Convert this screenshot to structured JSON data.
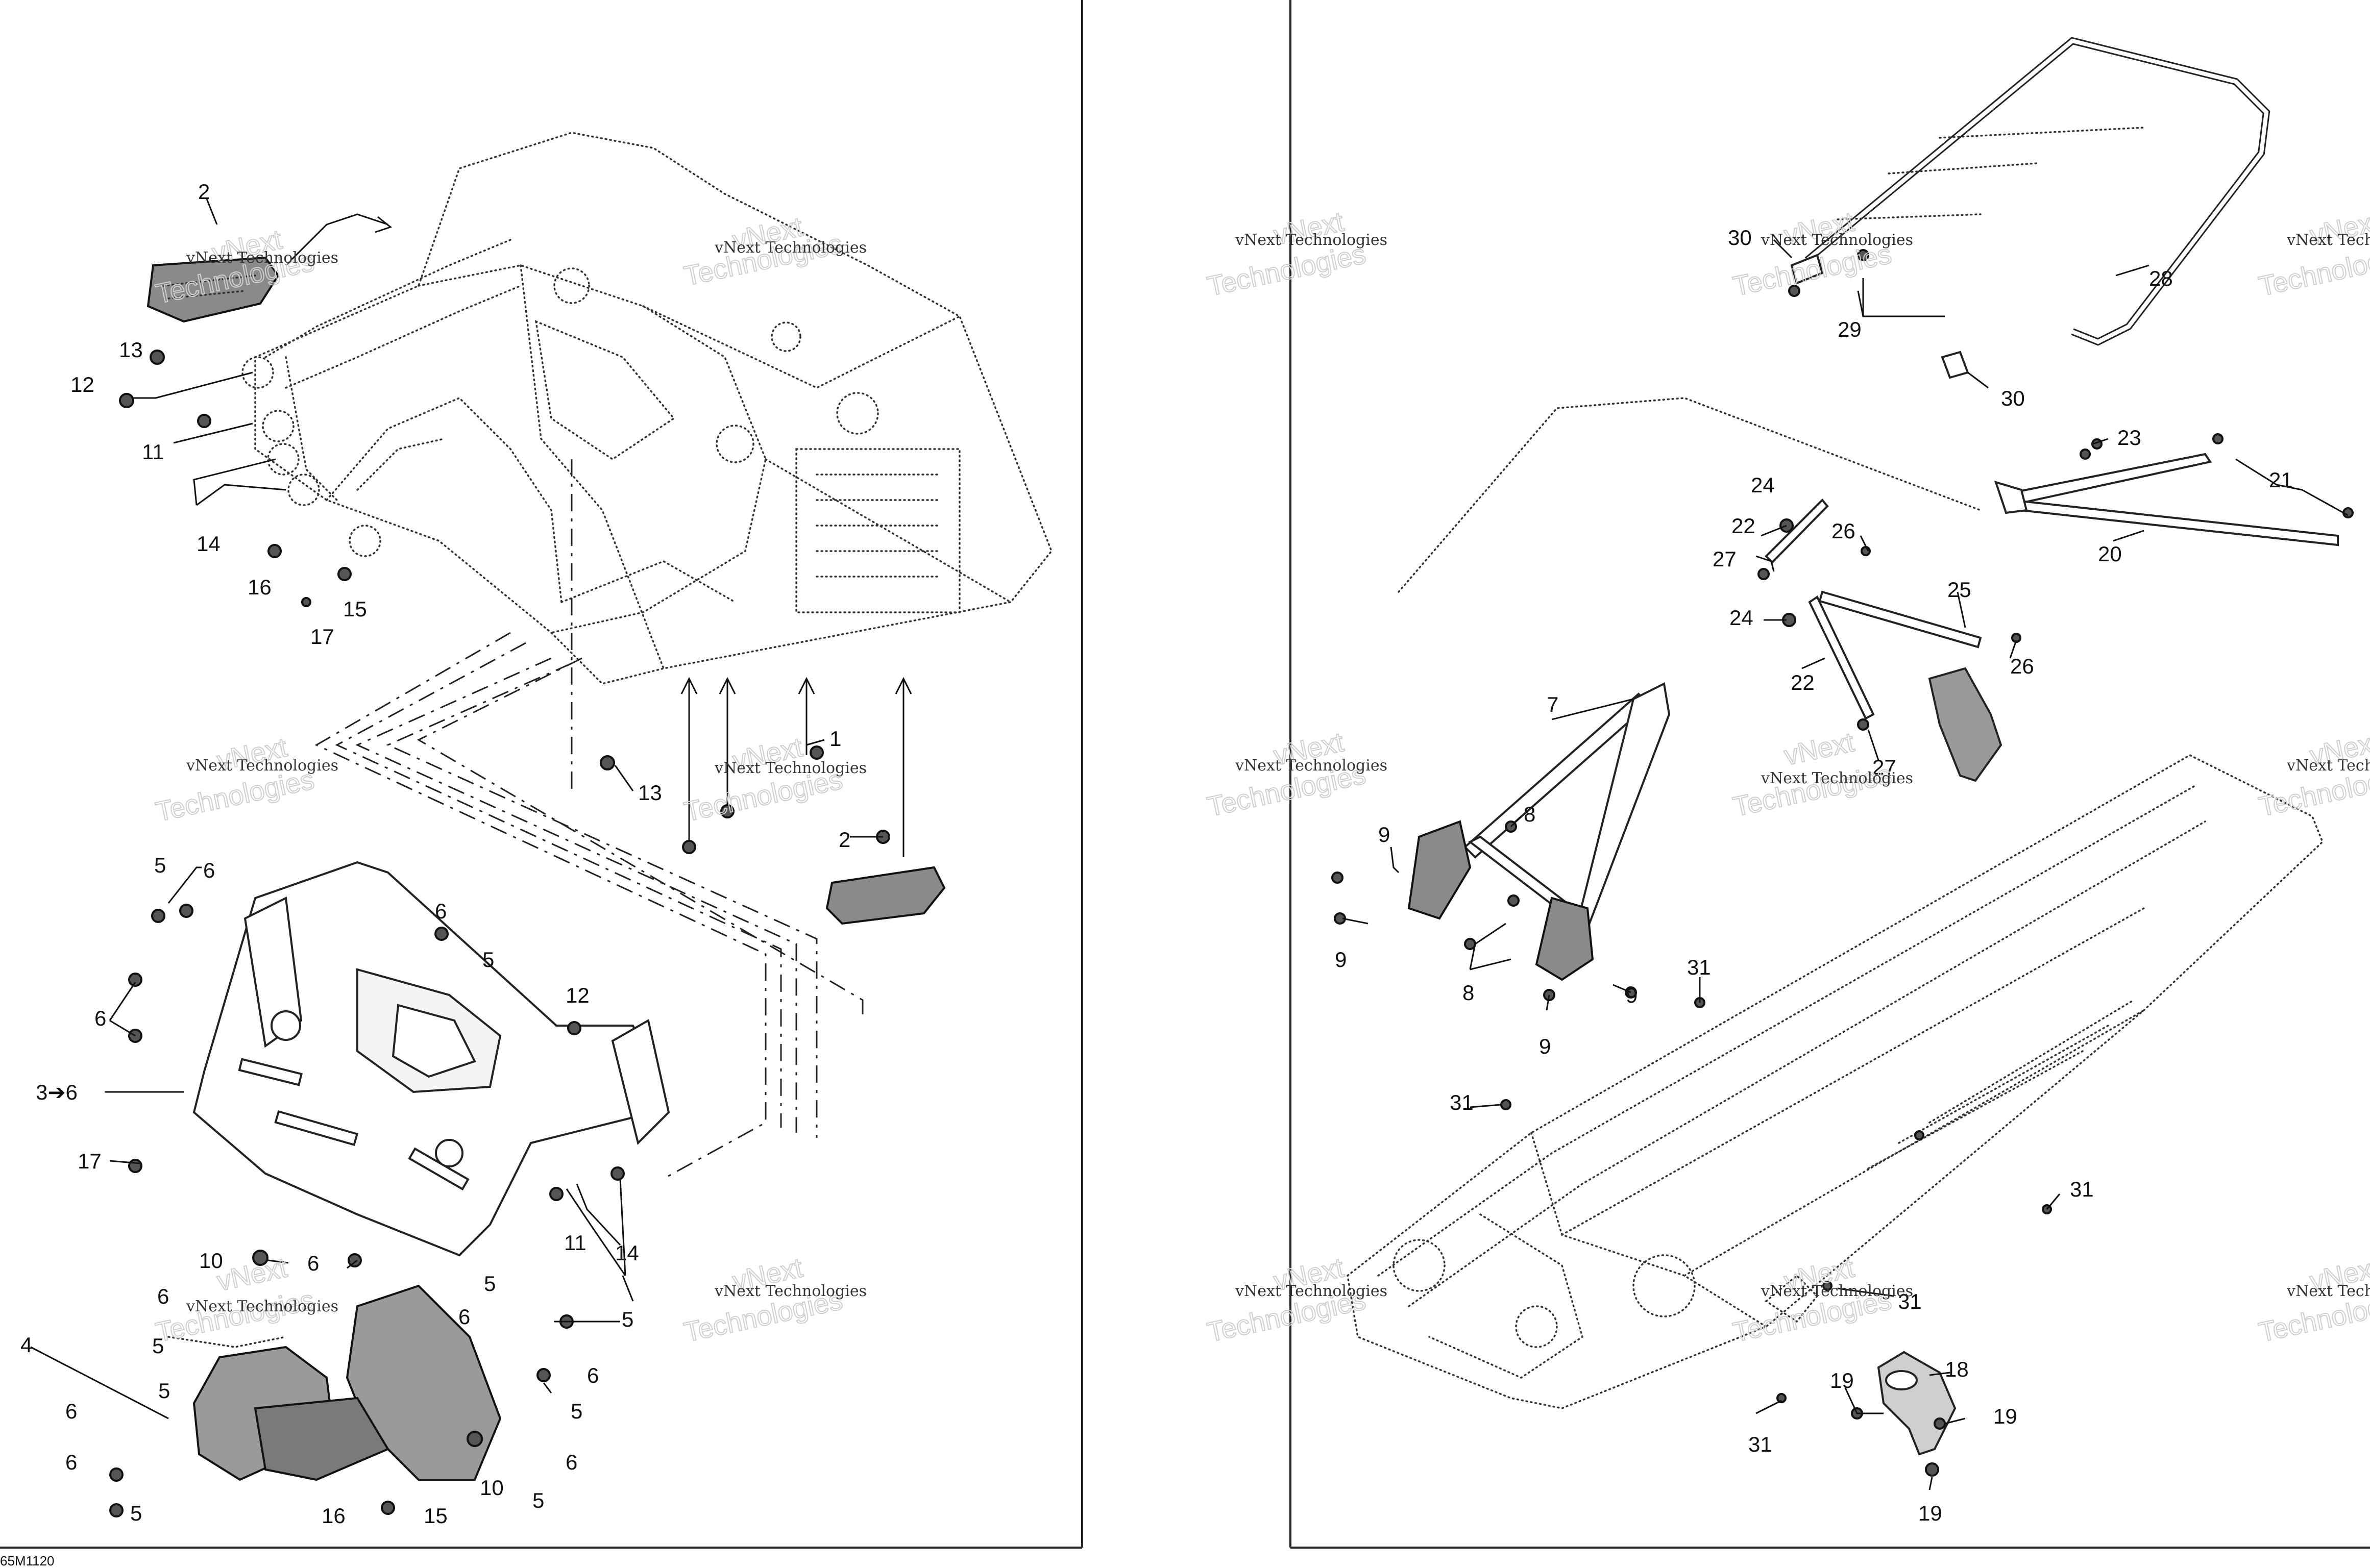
{
  "document": {
    "reference_code": "65M1120"
  },
  "watermark": {
    "line1": "vNext Technologies",
    "line2": "Technologies",
    "line_top": "vNext"
  },
  "callouts": {
    "c1": "1",
    "c2": "2",
    "c3": "3",
    "c4": "4",
    "c5": "5",
    "c6": "6",
    "c7": "7",
    "c8": "8",
    "c9": "9",
    "c10": "10",
    "c11": "11",
    "c12": "12",
    "c13": "13",
    "c14": "14",
    "c15": "15",
    "c16": "16",
    "c17": "17",
    "c18": "18",
    "c19": "19",
    "c20": "20",
    "c21": "21",
    "c22": "22",
    "c23": "23",
    "c24": "24",
    "c25": "25",
    "c26": "26",
    "c27": "27",
    "c28": "28",
    "c29": "29",
    "c30": "30",
    "c31": "31",
    "c3to6": "3➔6"
  }
}
